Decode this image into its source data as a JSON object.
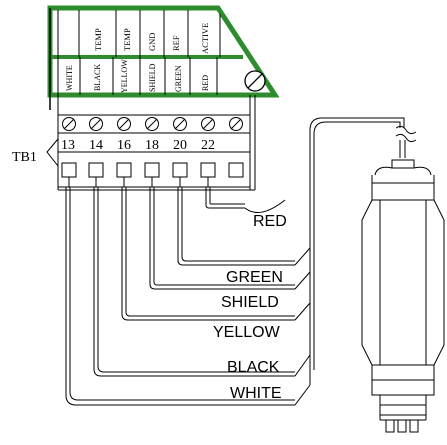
{
  "terminal_block": {
    "label": "TB1",
    "upper_labels": [
      "TEMP",
      "TEMP",
      "GND",
      "REF",
      "ACTIVE"
    ],
    "lower_labels": [
      "WHITE",
      "BLACK",
      "YELLOW",
      "SHIELD",
      "GREEN",
      "RED"
    ],
    "terminal_numbers": [
      "13",
      "14",
      "16",
      "18",
      "20",
      "22"
    ],
    "colors": {
      "frame_green": "#2e8b2e",
      "line": "#000000"
    }
  },
  "wire_labels": [
    "RED",
    "GREEN",
    "SHIELD",
    "YELLOW",
    "BLACK",
    "WHITE"
  ],
  "icons": [
    "screw-icon",
    "sensor-probe-icon"
  ]
}
